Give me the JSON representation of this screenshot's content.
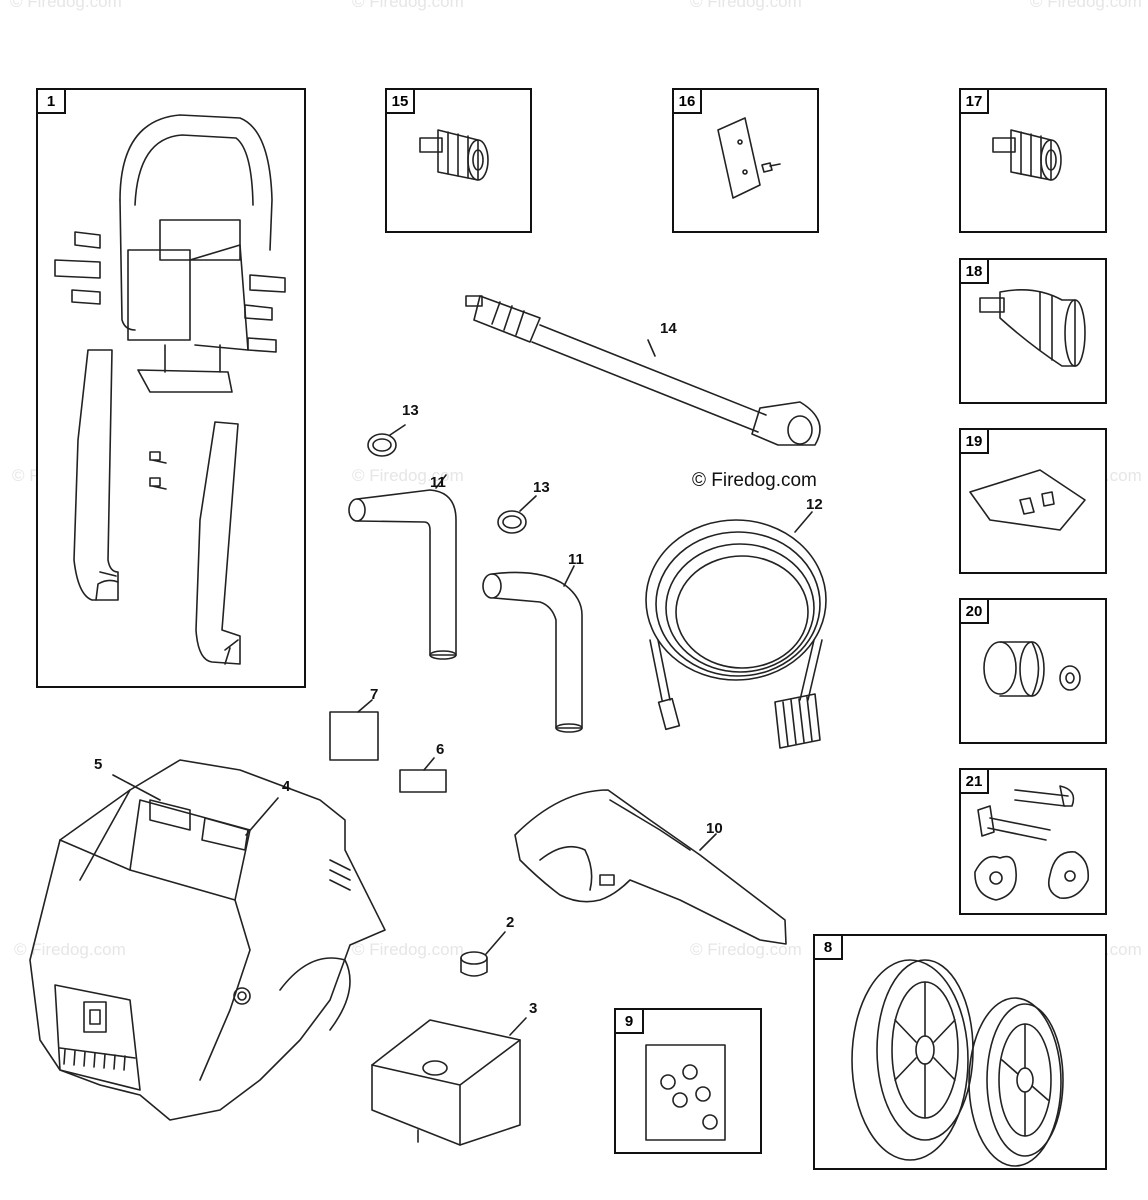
{
  "watermark": "© Firedog.com",
  "copyright": "© Firedog.com",
  "boxes": {
    "b1": "1",
    "b15": "15",
    "b16": "16",
    "b17": "17",
    "b18": "18",
    "b19": "19",
    "b20": "20",
    "b21": "21",
    "b8": "8",
    "b9": "9"
  },
  "callouts": {
    "c14": "14",
    "c13a": "13",
    "c13b": "13",
    "c11a": "11",
    "c11b": "11",
    "c12": "12",
    "c7": "7",
    "c6": "6",
    "c5": "5",
    "c4": "4",
    "c10": "10",
    "c2": "2",
    "c3": "3"
  }
}
